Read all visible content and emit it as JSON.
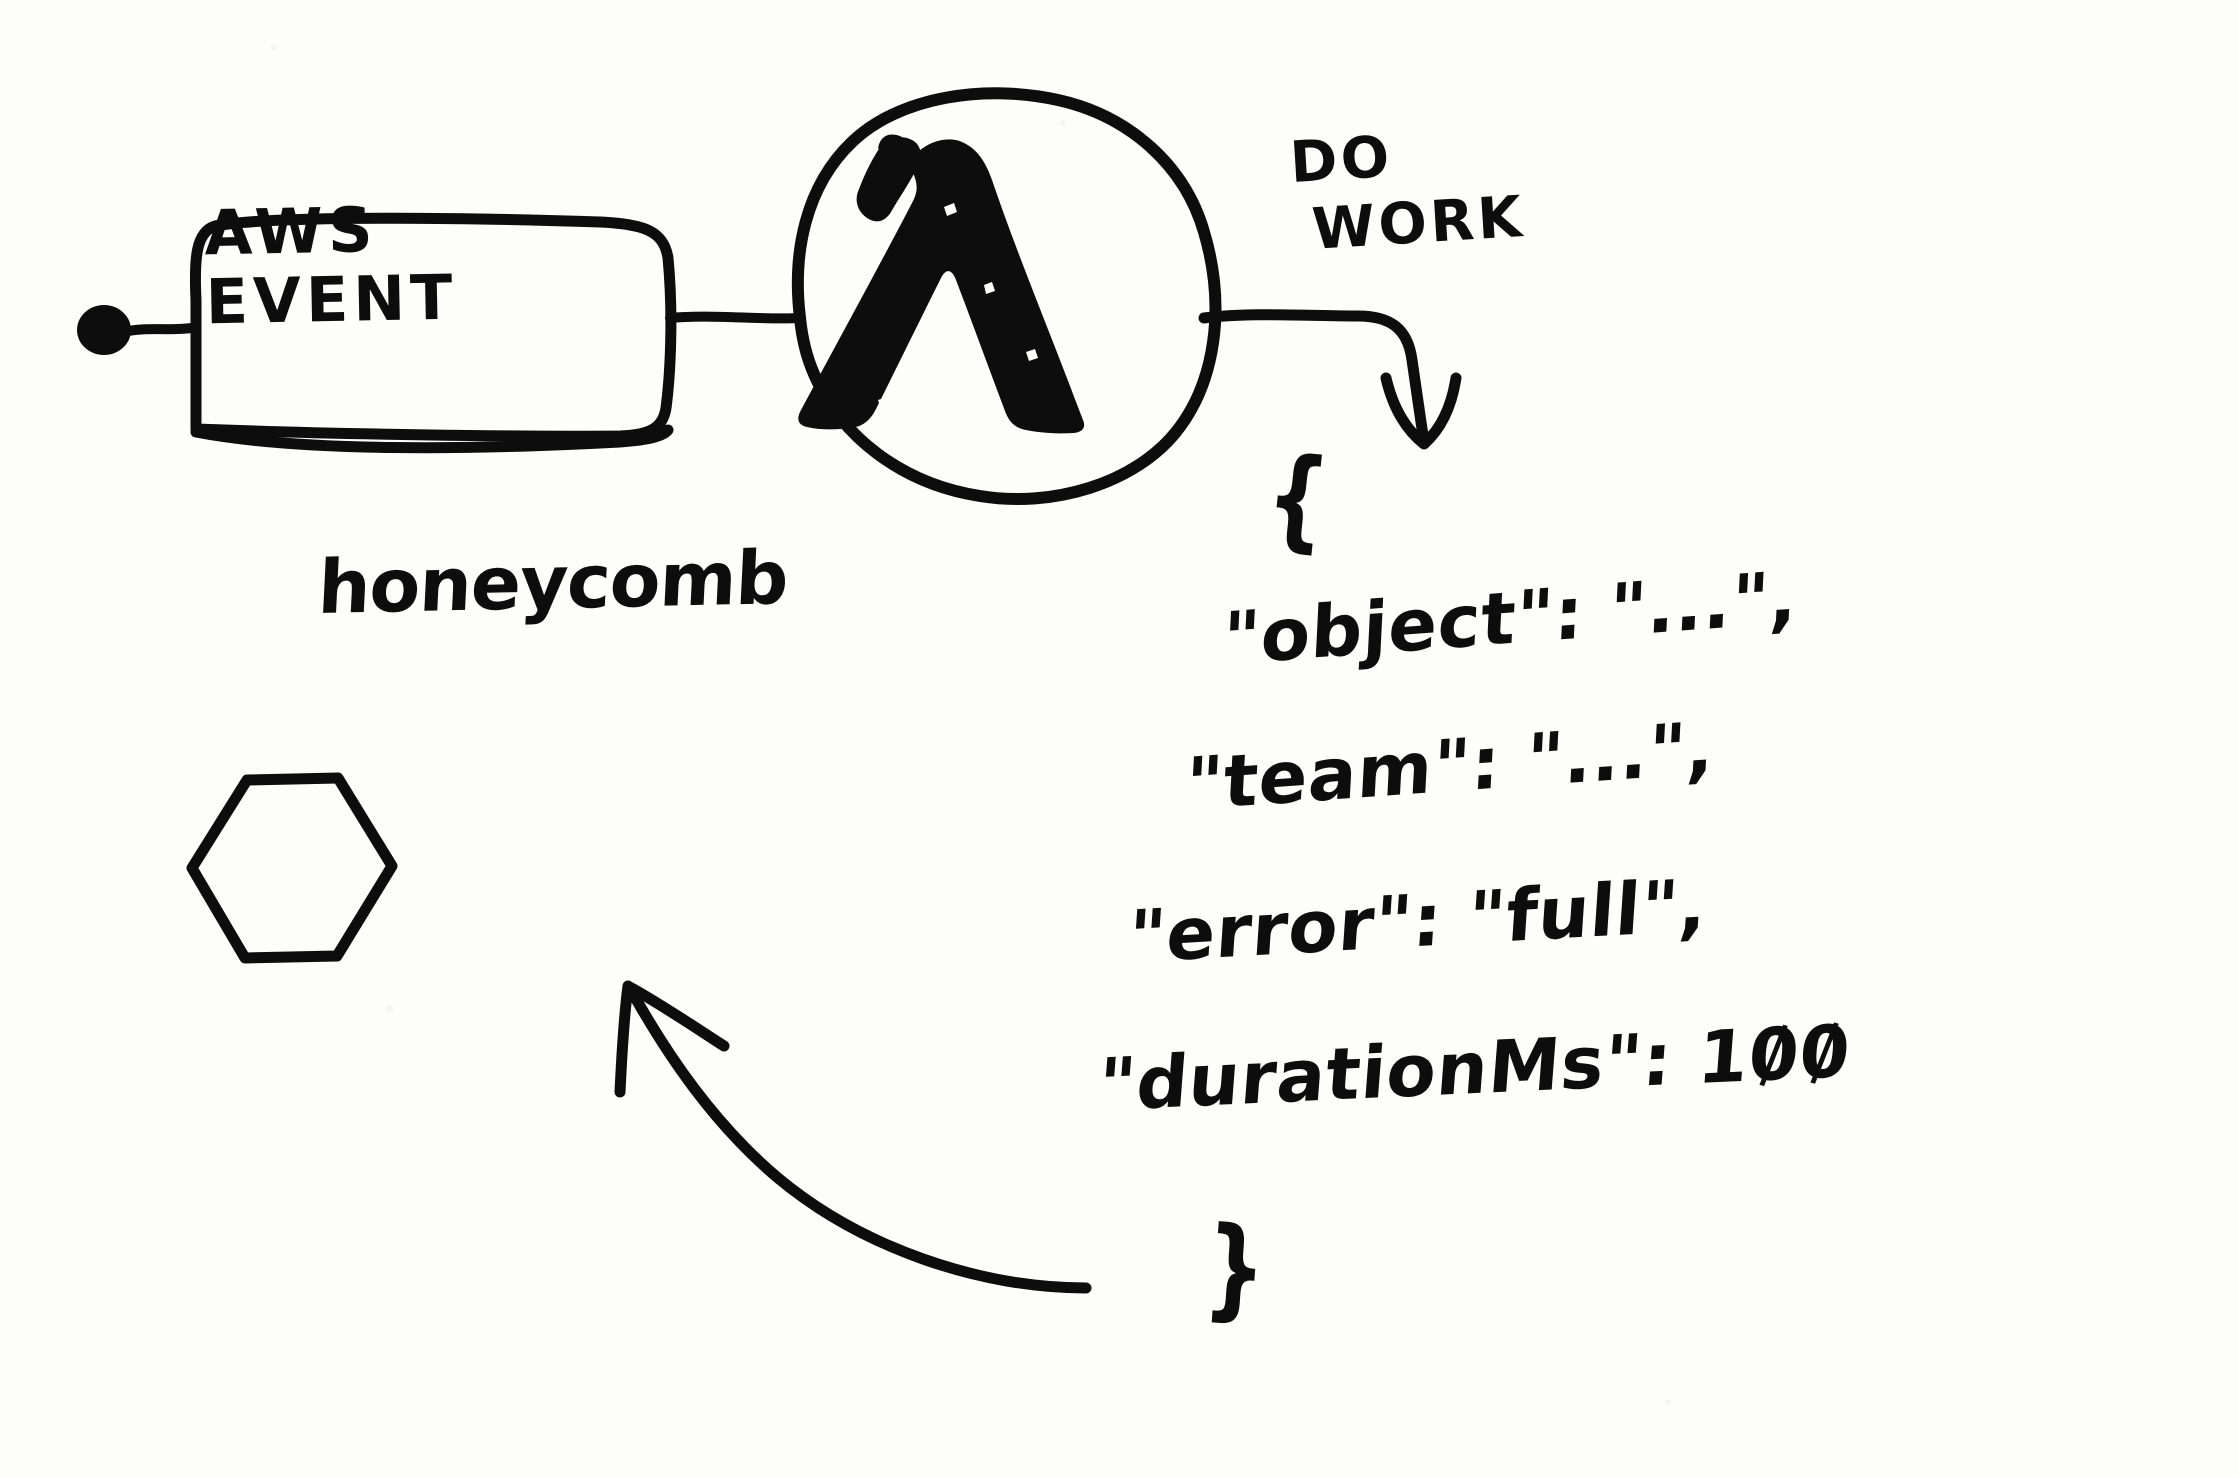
{
  "diagram": {
    "title": "AWS Lambda event instrumentation to Honeycomb",
    "background_color": "#fdfdfc",
    "ink_color": "#0d0d0d",
    "style": "hand-drawn marker sketch on paper"
  },
  "nodes": {
    "start_dot": {
      "name": "start-dot",
      "shape": "filled-circle"
    },
    "aws_event": {
      "label_line1": "AWS",
      "label_line2": "EVENT",
      "label_full": "AWS EVENT",
      "shape": "rounded-rectangle"
    },
    "lambda": {
      "icon": "aws-lambda-logo",
      "glyph": "λ",
      "shape": "hand-drawn-circle"
    },
    "honeycomb": {
      "icon": "hexagon-logo",
      "label": "honeycomb",
      "shape": "hexagon"
    }
  },
  "edges": {
    "start_to_event": {
      "name": "start-to-event-connector",
      "style": "straight-line"
    },
    "event_to_lambda": {
      "name": "event-to-lambda-connector",
      "style": "straight-line"
    },
    "lambda_to_payload": {
      "name": "do-work-arrow",
      "label_line1": "DO",
      "label_line2": "WORK",
      "label_full": "DO WORK",
      "style": "elbow-arrow-down"
    },
    "payload_to_honeycomb": {
      "name": "payload-to-honeycomb-arrow",
      "style": "curved-arrow-up-left"
    }
  },
  "payload": {
    "brace_open": "{",
    "brace_close": "}",
    "lines": [
      {
        "key": "\"object\"",
        "sep": ":",
        "value": "\"...\"",
        "trailing": ",",
        "text": "\"object\": \"...\","
      },
      {
        "key": "\"team\"",
        "sep": ":",
        "value": "\"...\"",
        "trailing": ",",
        "text": "\"team\": \"...\","
      },
      {
        "key": "\"error\"",
        "sep": ":",
        "value": "\"full\"",
        "trailing": ",",
        "text": "\"error\": \"full\","
      },
      {
        "key": "\"durationMs\"",
        "sep": ":",
        "value": "100",
        "trailing": "",
        "text": "\"durationMs\": 100"
      }
    ],
    "duration_value_digits": {
      "one": "1",
      "zero_a": "0",
      "zero_b": "0"
    }
  }
}
